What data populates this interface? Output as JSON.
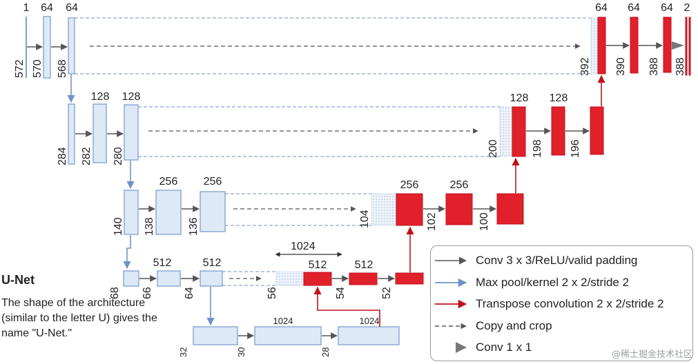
{
  "title": "U-Net",
  "description": "The shape of the architecture (similar to the letter U) gives the name \"U-Net.\"",
  "colors": {
    "encoder": "#dde9f6",
    "encoder_border": "#7d9fd0",
    "decoder": "#e0202a",
    "conv_arrow": "#555555",
    "pool_arrow": "#6f93c8",
    "upconv_arrow": "#c0121c",
    "copy_line": "#8ea8cc"
  },
  "channel_labels": [
    "1",
    "64",
    "64",
    "128",
    "128",
    "256",
    "256",
    "512",
    "512",
    "1024",
    "1024",
    "512",
    "512",
    "256",
    "256",
    "128",
    "128",
    "64",
    "64",
    "64",
    "2"
  ],
  "size_labels": [
    "572",
    "570",
    "568",
    "284",
    "282",
    "280",
    "140",
    "138",
    "136",
    "68",
    "66",
    "64",
    "32",
    "30",
    "28",
    "56",
    "54",
    "52",
    "104",
    "102",
    "100",
    "200",
    "198",
    "196",
    "392",
    "390",
    "388",
    "388"
  ],
  "span_label": "1024",
  "legend": [
    {
      "label": "Conv 3 x 3/ReLU/valid padding",
      "icon": "gray-arrow-icon"
    },
    {
      "label": "Max pool/kernel 2 x 2/stride 2",
      "icon": "blue-arrow-icon"
    },
    {
      "label": "Transpose convolution 2 x 2/stride 2",
      "icon": "red-arrow-icon"
    },
    {
      "label": "Copy and crop",
      "icon": "dashed-arrow-icon"
    },
    {
      "label": "Conv 1 x 1",
      "icon": "triangle-icon"
    }
  ],
  "watermark": "@稀土掘金技术社区"
}
